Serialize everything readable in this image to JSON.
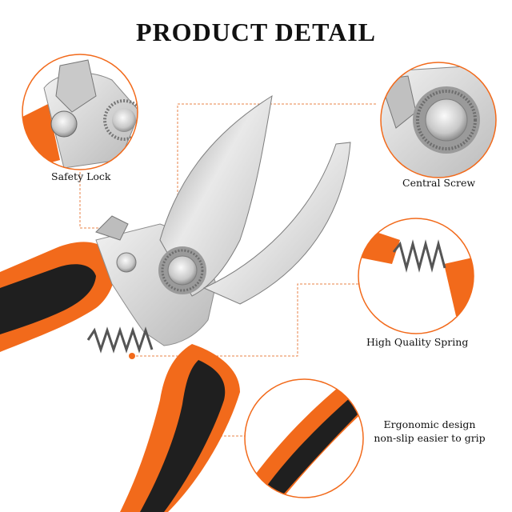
{
  "title": "PRODUCT DETAIL",
  "callouts": {
    "safety_lock": "Safety Lock",
    "central_screw": "Central Screw",
    "spring": "High Quality Spring",
    "grip_line1": "Ergonomic design",
    "grip_line2": "non-slip easier to grip"
  },
  "colors": {
    "accent": "#f26a1b",
    "handle_dark": "#1f1f1f",
    "steel": "#d9d9d9",
    "guide_line": "#e8834a"
  }
}
